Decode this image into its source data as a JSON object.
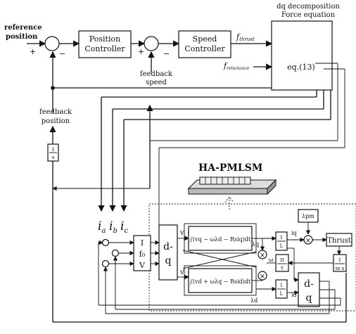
{
  "labels": {
    "reference_position": [
      "reference",
      "position"
    ],
    "position_controller": [
      "Position",
      "Controller"
    ],
    "speed_controller": [
      "Speed",
      "Controller"
    ],
    "feedback_speed": [
      "feedback",
      "speed"
    ],
    "feedback_position": [
      "feedback",
      "position"
    ],
    "dq_decomposition": [
      "dq decomposition",
      "Force equation"
    ],
    "f_thrust": "f",
    "f_thrust_sub": "thrust",
    "f_other": "f",
    "f_other_sub": "reluctance",
    "eq13": "eq.(13)",
    "plus": "+",
    "minus": "−",
    "ha_pmlsm": "HA-PMLSM",
    "integrator": [
      "1",
      "s"
    ],
    "ia": "i",
    "ib": "i",
    "ic": "i",
    "sub_a": "a",
    "sub_b": "b",
    "sub_c": "c",
    "dq_d": "d-",
    "dq_q": "q",
    "abc_I": "I",
    "abc_f0": "f₀",
    "abc_V": "V",
    "vq": "v_q",
    "vd": "v_d",
    "int_q": "∫(vq − ωλd − Rsiq)dt",
    "int_d": "∫(vd + ωλq − Rsid)dt",
    "lam_q": "λq",
    "lam_d": "λd",
    "iq": "iq",
    "id": "id",
    "lambda_pm": "λpm",
    "thrust": "Thrust",
    "gain_1_L": [
      "1",
      "L"
    ],
    "gain_pi_tau": [
      "π",
      "τ"
    ],
    "gain_out": [
      "1",
      "m s"
    ],
    "omega": "ω",
    "times": "×"
  }
}
